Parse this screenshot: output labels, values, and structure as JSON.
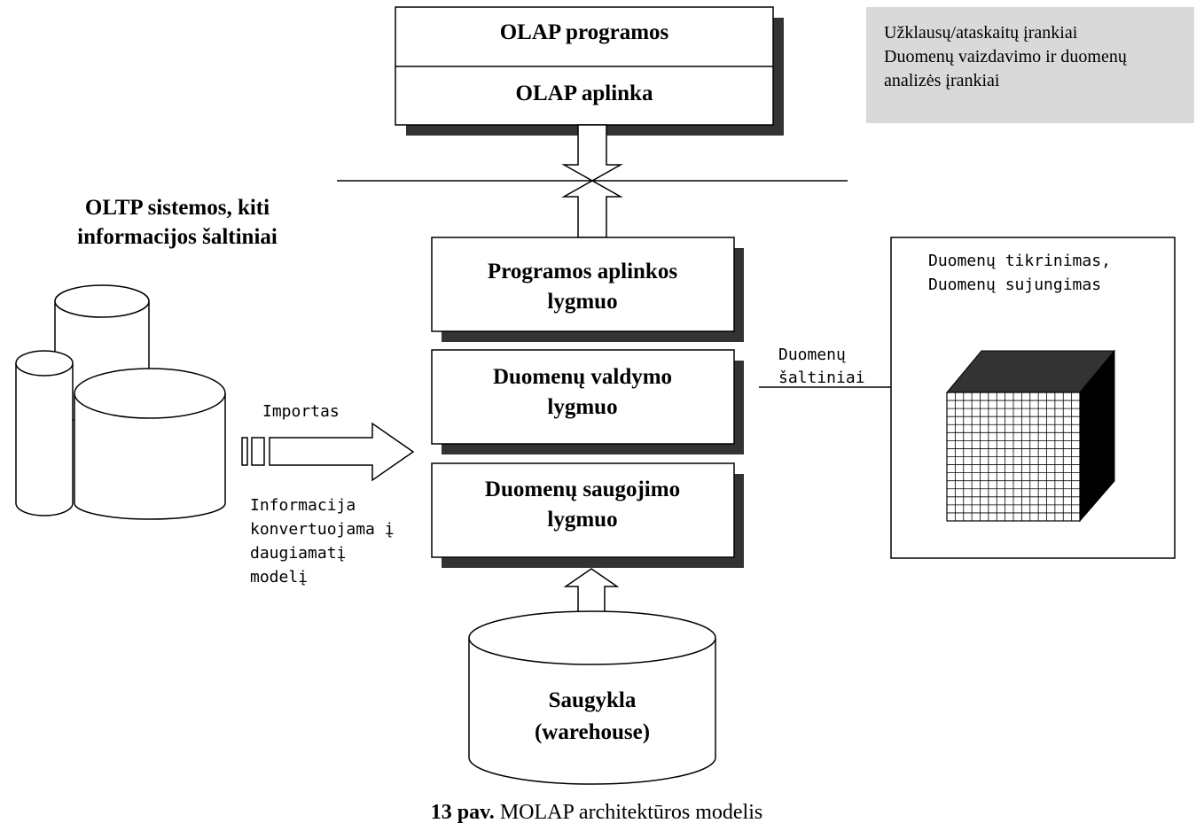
{
  "olap_stack": {
    "top_label": "OLAP programos",
    "bottom_label": "OLAP aplinka"
  },
  "tools_box": {
    "lines": [
      "Užklausų/ataskaitų įrankiai",
      "Duomenų vaizdavimo ir duomenų",
      "analizės įrankiai"
    ],
    "fill": "#d9d9d9"
  },
  "sources_title": {
    "lines": [
      "OLTP sistemos, kiti",
      "informacijos šaltiniai"
    ]
  },
  "layers": [
    {
      "lines": [
        "Programos aplinkos",
        "lygmuo"
      ]
    },
    {
      "lines": [
        "Duomenų valdymo",
        "lygmuo"
      ]
    },
    {
      "lines": [
        "Duomenų saugojimo",
        "lygmuo"
      ]
    }
  ],
  "import_label": "Importas",
  "conversion_note": {
    "lines": [
      "Informacija",
      "konvertuojama į",
      "daugiamatį",
      "modelį"
    ]
  },
  "data_sources_label": {
    "lines": [
      "Duomenų",
      "šaltiniai"
    ]
  },
  "cube_box": {
    "lines": [
      "Duomenų tikrinimas,",
      "Duomenų sujungimas"
    ]
  },
  "warehouse": {
    "lines": [
      "Saugykla",
      "(warehouse)"
    ]
  },
  "caption": {
    "number": "13 pav.",
    "text": " MOLAP architektūros modelis"
  },
  "icons": [
    "database-cylinder-icon",
    "cube-icon",
    "double-arrow-icon",
    "block-arrow-icon"
  ]
}
